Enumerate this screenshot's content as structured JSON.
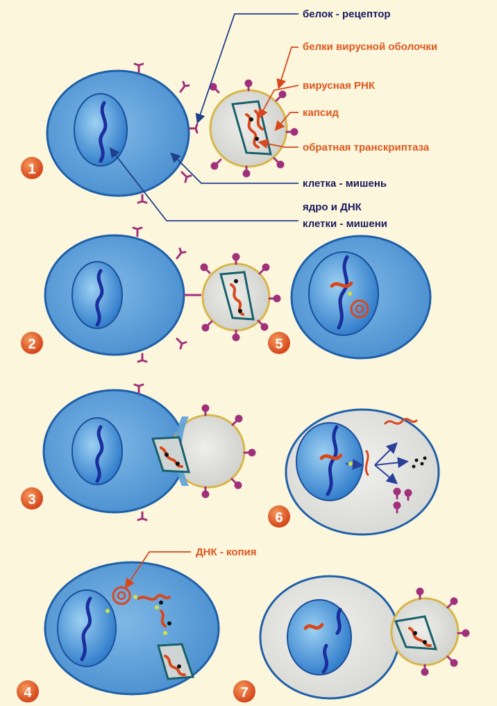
{
  "labels": {
    "receptor": "белок - рецептор",
    "envelope_proteins": "белки вирусной оболочки",
    "viral_rna": "вирусная РНК",
    "capsid": "капсид",
    "reverse_transcriptase": "обратная транскриптаза",
    "target_cell": "клетка - мишень",
    "nucleus_dna_1": "ядро и ДНК",
    "nucleus_dna_2": "клетки - мишени",
    "dna_copy": "ДНК - копия"
  },
  "steps": [
    "1",
    "2",
    "3",
    "4",
    "5",
    "6",
    "7"
  ],
  "colors": {
    "background": "#fbf6dc",
    "cell": "#5b9fd8",
    "cell_outline": "#1f5fa8",
    "nucleus": "#3a86d4",
    "dna": "#1a2f9c",
    "rna": "#d9471c",
    "capsid": "#17606a",
    "virion": "#dcdcd6",
    "virion_outline": "#d8b54a",
    "spike": "#a0307a",
    "badge": "#e0561e",
    "label_dark": "#1a1a5e",
    "label_orange": "#e0561e"
  }
}
